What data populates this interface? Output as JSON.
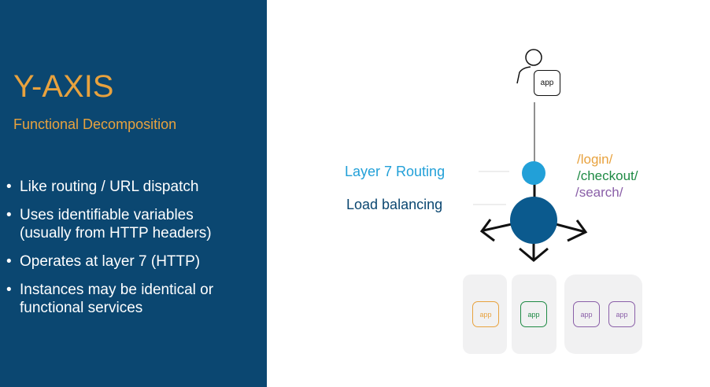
{
  "slide": {
    "title": "Y-AXIS",
    "subtitle": "Functional Decomposition",
    "bullets": [
      "Like routing / URL dispatch",
      "Uses identifiable variables (usually from HTTP headers)",
      "Operates at layer 7 (HTTP)",
      "Instances may be identical or functional services"
    ]
  },
  "diagram": {
    "user_app": "app",
    "layer7_label": "Layer 7 Routing",
    "lb_label": "Load balancing",
    "paths": [
      "/login/",
      "/checkout/",
      "/search/"
    ],
    "instances": [
      "app",
      "app",
      "app",
      "app"
    ],
    "colors": {
      "orange": "#e8a23e",
      "green": "#1e8a44",
      "purple": "#8a5fa8",
      "light_blue": "#22a0d8",
      "dark_blue": "#0b5a8e"
    }
  }
}
